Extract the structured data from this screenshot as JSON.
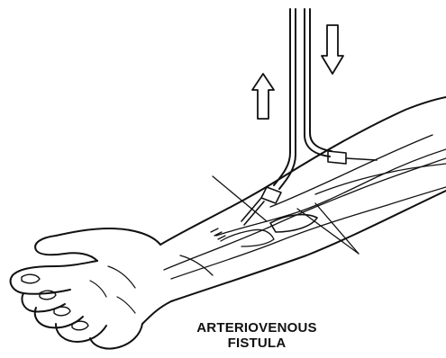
{
  "caption": {
    "line1": "ARTERIOVENOUS",
    "line2": "FISTULA"
  },
  "colors": {
    "ink": "#111111",
    "background": "#ffffff"
  },
  "flow_arrows": [
    {
      "direction": "up",
      "icon": "arrow-up-icon"
    },
    {
      "direction": "down",
      "icon": "arrow-down-icon"
    }
  ]
}
